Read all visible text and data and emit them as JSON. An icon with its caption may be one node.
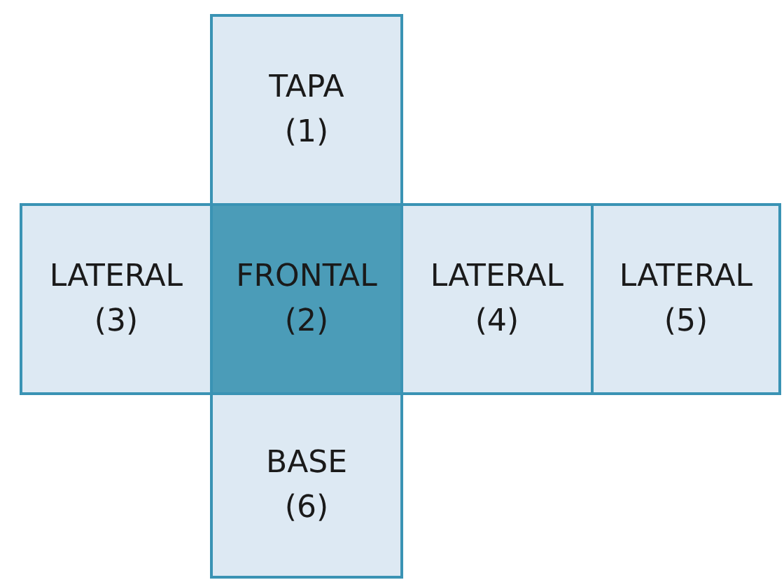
{
  "diagram": {
    "nodes": [
      {
        "text": [
          "TAPA (1)"
        ]
      },
      {
        "text": [
          "LATERAL (3)"
        ]
      },
      {
        "text": [
          "FRONTAL (2)"
        ]
      },
      {
        "text": [
          "LATERAL (4)"
        ]
      },
      {
        "text": [
          "LATERAL (5)"
        ]
      },
      {
        "text": [
          "BASE (6)"
        ]
      }
    ]
  }
}
